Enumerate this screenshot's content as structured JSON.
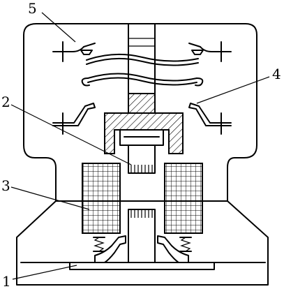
{
  "callouts": [
    {
      "id": "callout-1",
      "label": "1"
    },
    {
      "id": "callout-2",
      "label": "2"
    },
    {
      "id": "callout-3",
      "label": "3"
    },
    {
      "id": "callout-4",
      "label": "4"
    },
    {
      "id": "callout-5",
      "label": "5"
    }
  ],
  "colors": {
    "ink": "#000000",
    "paper": "#ffffff"
  }
}
